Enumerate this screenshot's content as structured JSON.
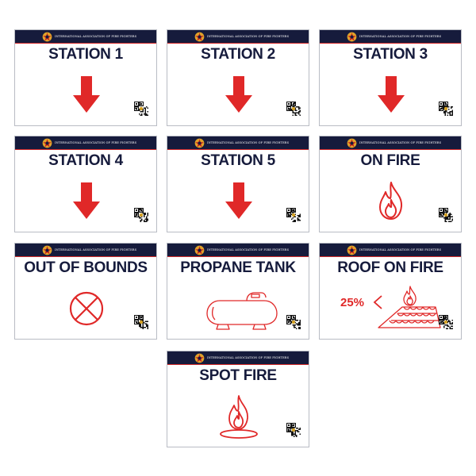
{
  "org_name": "INTERNATIONAL ASSOCIATION OF FIRE FIGHTERS",
  "colors": {
    "navy": "#161b3c",
    "red": "#e02828",
    "border": "#b9bcc4"
  },
  "cards": [
    {
      "title": "STATION 1",
      "icon": "down-arrow-icon"
    },
    {
      "title": "STATION 2",
      "icon": "down-arrow-icon"
    },
    {
      "title": "STATION 3",
      "icon": "down-arrow-icon"
    },
    {
      "title": "STATION 4",
      "icon": "down-arrow-icon"
    },
    {
      "title": "STATION 5",
      "icon": "down-arrow-icon"
    },
    {
      "title": "ON FIRE",
      "icon": "flame-icon"
    },
    {
      "title": "OUT OF BOUNDS",
      "icon": "circle-x-icon"
    },
    {
      "title": "PROPANE TANK",
      "icon": "propane-tank-icon"
    },
    {
      "title": "ROOF ON FIRE",
      "icon": "roof-fire-icon",
      "pitch_label": "25%"
    },
    {
      "title": "SPOT FIRE",
      "icon": "spot-fire-icon"
    }
  ]
}
